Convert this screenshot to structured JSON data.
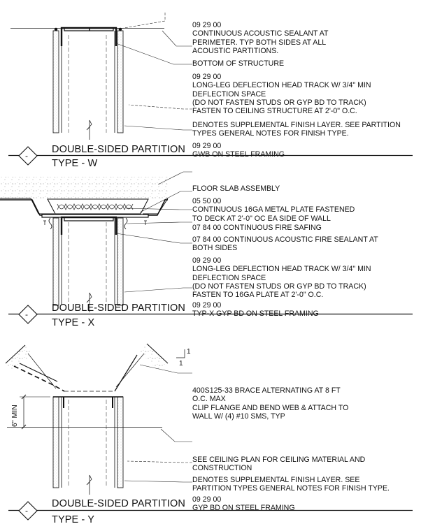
{
  "details": [
    {
      "id": "W",
      "title": "DOUBLE-SIDED PARTITION",
      "type_label": "TYPE - W",
      "tag": "-",
      "notes": [
        [
          "09 29 00",
          "CONTINUOUS ACOUSTIC SEALANT AT",
          "PERIMETER. TYP BOTH SIDES AT ALL",
          "ACOUSTIC PARTITIONS."
        ],
        [
          "BOTTOM OF STRUCTURE"
        ],
        [
          "09 29 00",
          "LONG-LEG DEFLECTION HEAD TRACK W/ 3/4\" MIN",
          "DEFLECTION SPACE",
          "(DO NOT FASTEN STUDS OR GYP BD TO TRACK)",
          "FASTEN TO CEILING STRUCTURE AT 2'-0\" O.C."
        ],
        [
          "DENOTES SUPPLEMENTAL FINISH LAYER. SEE PARTITION",
          "TYPES GENERAL NOTES FOR FINISH TYPE."
        ],
        [
          "09 29 00",
          "GWB ON STEEL FRAMING"
        ]
      ]
    },
    {
      "id": "X",
      "title": "DOUBLE-SIDED PARTITION",
      "type_label": "TYPE - X",
      "tag": "-",
      "notes": [
        [
          "FLOOR SLAB ASSEMBLY"
        ],
        [
          "05 50 00",
          "CONTINUOUS 16GA METAL PLATE FASTENED",
          "TO DECK AT 2'-0\" OC EA SIDE OF WALL"
        ],
        [
          "07 84 00 CONTINUOUS FIRE SAFING"
        ],
        [
          "07 84 00 CONTINUOUS ACOUSTIC FIRE SEALANT AT",
          "BOTH SIDES"
        ],
        [
          "09 29 00",
          "LONG-LEG DEFLECTION HEAD TRACK W/ 3/4\" MIN",
          "DEFLECTION SPACE",
          "(DO NOT FASTEN STUDS OR GYP BD TO TRACK)",
          "FASTEN TO 16GA PLATE AT 2'-0\" O.C."
        ],
        [
          "09 29 00",
          "TYP-X GYP BD ON STEEL FRAMING"
        ]
      ]
    },
    {
      "id": "Y",
      "title": "DOUBLE-SIDED PARTITION",
      "type_label": "TYPE - Y",
      "tag": "-",
      "slope": [
        "1",
        "1"
      ],
      "dimension": "6\" MIN",
      "notes": [
        [
          "400S125-33 BRACE ALTERNATING AT 8 FT",
          "O.C. MAX",
          "CLIP FLANGE AND BEND WEB & ATTACH TO",
          "WALL W/ (4) #10 SMS, TYP"
        ],
        [
          "SEE CEILING PLAN FOR CEILING MATERIAL AND",
          "CONSTRUCTION"
        ],
        [
          "DENOTES SUPPLEMENTAL FINISH LAYER. SEE",
          "PARTITION TYPES GENERAL NOTES FOR FINISH TYPE."
        ],
        [
          "09 29 00",
          "GYP BD ON STEEL FRAMING"
        ]
      ]
    }
  ]
}
